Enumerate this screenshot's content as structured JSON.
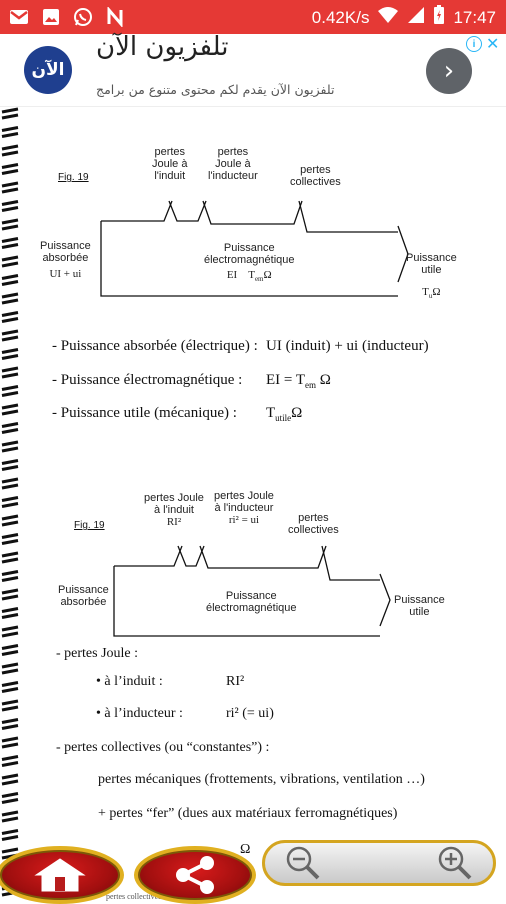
{
  "status_bar": {
    "speed": "0.42K/s",
    "time": "17:47",
    "icons": [
      "gmail-icon",
      "gallery-icon",
      "whatsapp-icon",
      "n-app-icon",
      "wifi-icon",
      "signal-icon",
      "battery-icon"
    ]
  },
  "ad": {
    "logo_text": "الآن",
    "title": "تلفزيون الآن",
    "description": "تلفزيون الآن يقدم لكم محتوى متنوع من برامج",
    "info_label": "i",
    "close_label": "✕",
    "next_label": "›"
  },
  "figure1": {
    "fig_label": "Fig. 19",
    "pertes_joule_induit": [
      "pertes",
      "Joule à",
      "l'induit"
    ],
    "pertes_joule_inducteur": [
      "pertes",
      "Joule à",
      "l'inducteur"
    ],
    "pertes_collectives": [
      "pertes",
      "collectives"
    ],
    "puissance_absorbee": [
      "Puissance",
      "absorbée"
    ],
    "absorbee_formula": "UI + ui",
    "puissance_em": [
      "Puissance",
      "électromagnétique"
    ],
    "em_formula_a": "EI",
    "em_formula_b": "T",
    "em_formula_sub": "em",
    "em_formula_c": "Ω",
    "puissance_utile": [
      "Puissance",
      "utile"
    ],
    "utile_formula": "T",
    "utile_formula_sub": "u",
    "utile_formula_c": "Ω"
  },
  "formulas": [
    {
      "label": "- Puissance absorbée (électrique) :",
      "value": "UI (induit) + ui (inducteur)"
    },
    {
      "label": "- Puissance électromagnétique :",
      "value": "EI = T",
      "sub": "em",
      "tail": " Ω"
    },
    {
      "label": "- Puissance utile (mécanique) :",
      "value": "T",
      "sub": "utile",
      "tail": "Ω"
    }
  ],
  "figure2": {
    "fig_label": "Fig. 19",
    "pertes_joule_induit": [
      "pertes Joule",
      "à l'induit",
      "RI²"
    ],
    "pertes_joule_inducteur": [
      "pertes Joule",
      "à l'inducteur",
      "ri² = ui"
    ],
    "pertes_collectives": [
      "pertes",
      "collectives"
    ],
    "puissance_absorbee": [
      "Puissance",
      "absorbée"
    ],
    "puissance_em": [
      "Puissance",
      "électromagnétique"
    ],
    "puissance_utile": [
      "Puissance",
      "utile"
    ]
  },
  "losses": {
    "joule_title": "- pertes Joule :",
    "induit_label": "• à l’induit :",
    "induit_value": "RI²",
    "inducteur_label": "• à l’inducteur :",
    "inducteur_value": "ri² (= ui)",
    "collectives_title": "- pertes collectives (ou “constantes”) :",
    "mecaniques": "pertes mécaniques (frottements, vibrations, ventilation …)",
    "fer": "+ pertes “fer” (dues aux matériaux ferromagnétiques)",
    "partial_bottom": "pertes collectives",
    "partial_omega": "Ω"
  },
  "bottom_bar": {
    "home_icon": "home-icon",
    "share_icon": "share-icon",
    "zoom_out_icon": "zoom-out-icon",
    "zoom_in_icon": "zoom-in-icon"
  }
}
